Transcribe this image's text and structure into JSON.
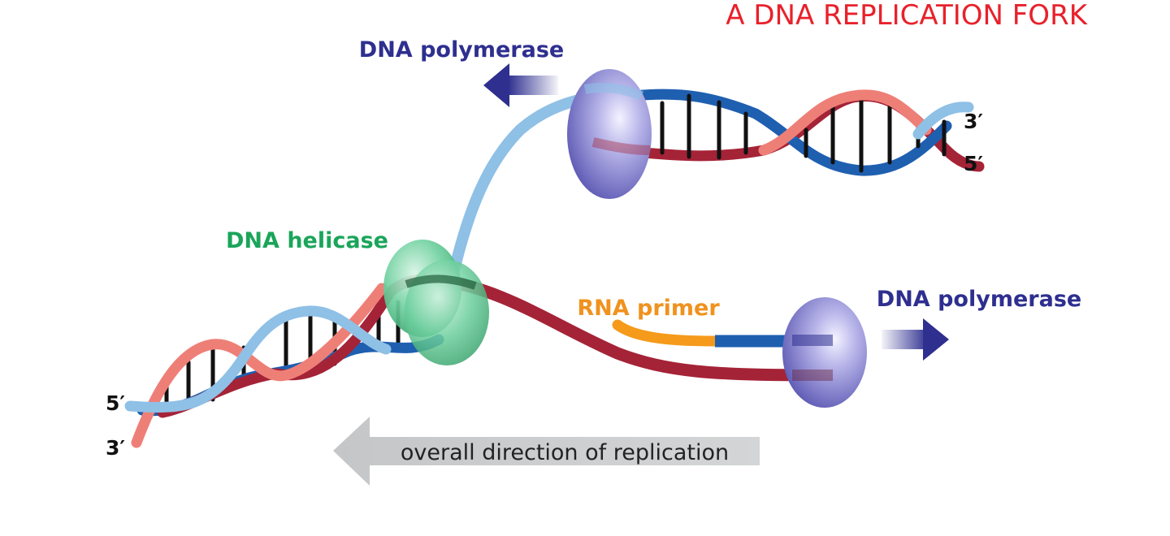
{
  "title": "A DNA REPLICATION FORK",
  "labels": {
    "polymerase_top": "DNA polymerase",
    "polymerase_bottom": "DNA polymerase",
    "helicase": "DNA helicase",
    "rna_primer": "RNA primer",
    "direction": "overall direction of replication",
    "top_end_3": "3′",
    "top_end_5": "5′",
    "left_end_5": "5′",
    "left_end_3": "3′"
  },
  "colors": {
    "title": "#e8212b",
    "polymerase_label": "#2e2f8f",
    "helicase_label": "#1aa55a",
    "primer_label": "#f0921e",
    "primer_strand": "#f59a1b",
    "strand_light_blue": "#8fc0e6",
    "strand_dark_blue": "#1f5fb0",
    "strand_salmon": "#ee7f77",
    "strand_dark_red": "#a52337",
    "polymerase_body": "#7b78c9",
    "helicase_body": "#55c48c",
    "direction_arrow": "#c9cbcd"
  },
  "icons": {
    "polymerase_top_arrow": "arrow-left-icon",
    "polymerase_bottom_arrow": "arrow-right-icon",
    "direction_arrow": "arrow-left-icon"
  }
}
